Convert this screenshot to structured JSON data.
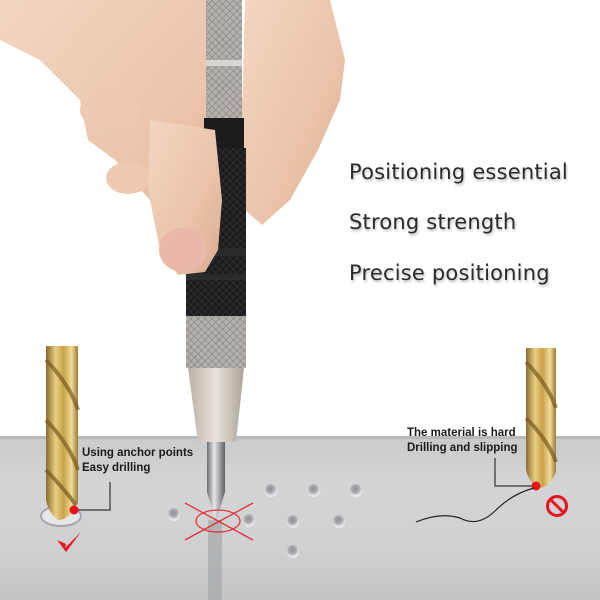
{
  "headlines": [
    "Positioning essential",
    "Strong strength",
    "Precise positioning"
  ],
  "callouts": {
    "left": {
      "line1": "Using anchor points",
      "line2": "Easy drilling",
      "status_icon": "checkmark-icon"
    },
    "right": {
      "line1": "The material is hard",
      "line2": "Drilling and slipping",
      "status_icon": "prohibited-icon"
    }
  },
  "center_marker": "x-cross-target-icon",
  "colors": {
    "accent_red": "#e8141c",
    "text_dark": "#2a2a2a",
    "drill_gold": "#c9a24a",
    "plate_gray": "#cfd0d2",
    "punch_black": "#1c1c1e",
    "knurl_silver": "#a8a6a2"
  },
  "dimples_count": 8
}
